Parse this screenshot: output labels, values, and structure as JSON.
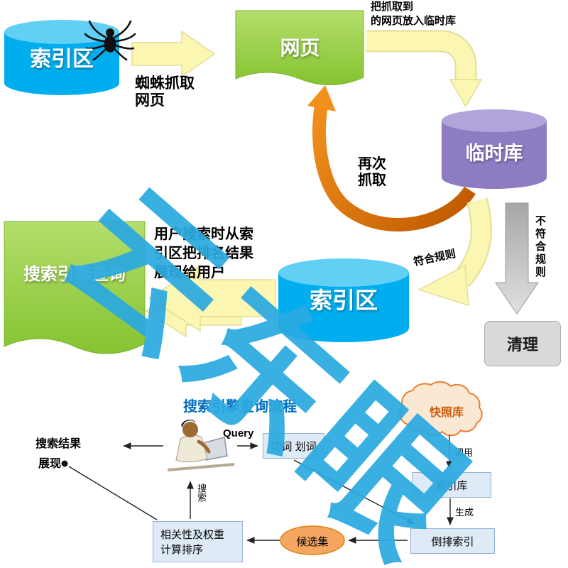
{
  "watermark": {
    "text": "云东眼",
    "color": "#2BA9E0"
  },
  "top": {
    "index1": "索引区",
    "crawl_lines": [
      "蜘蛛抓取",
      "网页"
    ],
    "webpage": "网页",
    "note_lines": [
      "把抓取到",
      "的网页放入临时库"
    ],
    "temp_db": "临时库",
    "recrawl_lines": [
      "再次",
      "抓取"
    ],
    "match_label": "符合规则",
    "nomatch_label": "不符合规则",
    "clean": "清理",
    "index2": "索引区",
    "query_page": "搜索引擎查询",
    "present_lines": [
      "用户搜索时从索",
      "引区把排名结果",
      "展现给用户"
    ]
  },
  "bottom": {
    "title": "搜索引擎查询流程",
    "query": "Query",
    "segment": "切词 划词",
    "snapshot": "快照库",
    "call_label": "调用",
    "index_store": "索引库",
    "gen_label": "生成",
    "inverted": "倒排索引",
    "candidates": "候选集",
    "rank_lines": [
      "相关性及权重",
      "计算排序"
    ],
    "result_lines": [
      "搜索结果",
      "展现"
    ],
    "return_label": "搜索"
  }
}
